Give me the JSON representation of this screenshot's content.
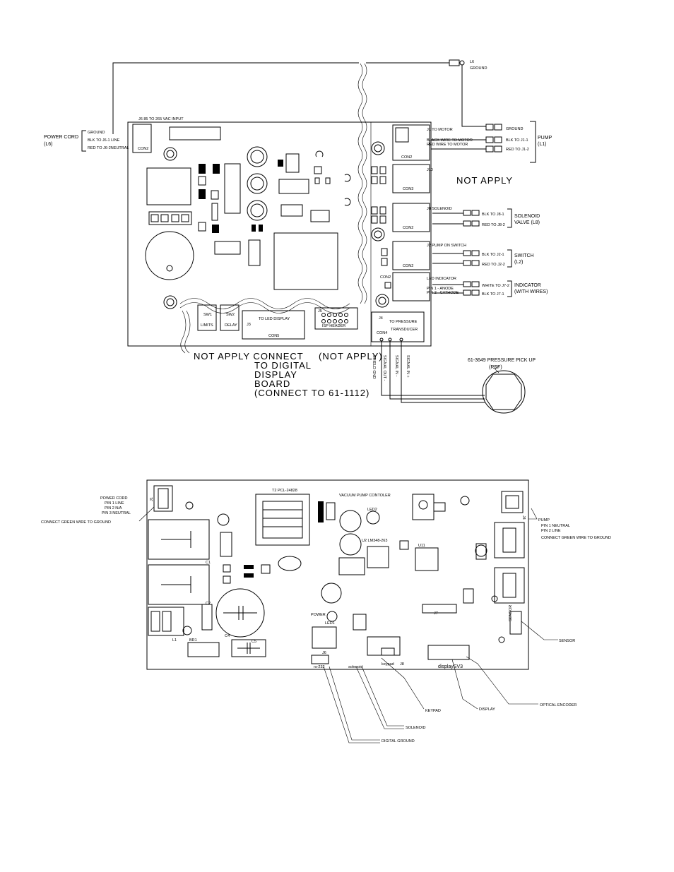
{
  "top": {
    "l6": "L6",
    "ground_tag": "GROUND",
    "j6_input": "J6 85 TO 265 VAC INPUT",
    "power_cord": "POWER CORD",
    "power_cord_ref": "(L6)",
    "pc_ground": "GROUND",
    "pc_line": "BLK TO J6-1 LINE",
    "pc_neutral": "RED TO J6-2NEUTRAL",
    "con2": "CON2",
    "j1_to_motor": "J1 TO MOTOR",
    "black_wire": "BLACK WIRE TO MOTOR",
    "red_wire": "RED WIRE TO MOTOR",
    "pump_ground": "GROUND",
    "pump_blk": "BLK TO J1-1",
    "pump_red": "RED TO J1-2",
    "pump": "PUMP",
    "pump_ref": "(L1)",
    "j10": "J10",
    "con3": "CON3",
    "not_apply": "NOT APPLY",
    "j8_solenoid": "J8 SOLENOID",
    "sol_blk": "BLK TO J8-1",
    "sol_red": "RED TO J8-2",
    "solenoid": "SOLENOID",
    "valve": "VALVE (L8)",
    "j2_pump_switch": "J2 PUMP ON SWITCH",
    "sw_blk": "BLK TO J2-1",
    "sw_red": "RED TO J2-2",
    "switch": "SWITCH",
    "switch_ref": "(L2)",
    "led_indicator": "LED INDICATOR",
    "pin1": "PIN 1 - ANODE",
    "pin2": "PIN 2 - CATHODE",
    "ind_white": "WHITE TO J7-2",
    "ind_blk": "BLK TO J7-1",
    "indicator": "INDICATOR",
    "indicator_ref": "(WITH WIRES)",
    "sw1": "SW1",
    "limits": "LIMITS",
    "sw2": "SW2",
    "delay": "DELAY",
    "j3_led": "TO LED DISPLAY",
    "j3": "J3",
    "con5": "CON5",
    "j5": "J5",
    "isp": "ISP HEADER",
    "j4": "J4",
    "to_pressure": "TO PRESSURE",
    "transducer": "TRANSDUCER",
    "con4": "CON4",
    "not_apply_connect": "NOT APPLY CONNECT",
    "to_digital": "TO DIGITAL",
    "display": "DISPLAY",
    "board": "BOARD",
    "connect_to": "(CONNECT TO 61-1112)",
    "not_apply_2": "(NOT APPLY)",
    "pressure_pickup": "61-3649 PRESSURE PICK UP",
    "ref": "(REF)",
    "w1": "SHIELD GND",
    "w2": "SIGNAL OUT -",
    "w3": "SIGNAL IN -",
    "w4": "SIGNAL IN +"
  },
  "bottom": {
    "power_cord": "POWER CORD",
    "pin1_line": "PIN 1 LINE",
    "pin2_na": "PIN 2 N/A",
    "pin3_neutral": "PIN 3 NEUTRAL",
    "connect_green": "CONNECT GREEN WIRE TO GROUND",
    "j1": "J1",
    "t2": "T2 PCL-24828",
    "vacuum": "VACUUM PUMP CONTOLER",
    "led2": "LED2",
    "u2": "U2 LM348-263",
    "u11": "U11",
    "c1": "C1",
    "c2": "C2",
    "c4": "C4",
    "c5": "C5",
    "l1": "L1",
    "br1": "BR1",
    "power_led": "POWER",
    "led1": "LED1",
    "j6": "J6",
    "rs232": "rs-232",
    "solenoid_small": "solenoid",
    "keypad_small": "keypad",
    "j8": "J8",
    "j7": "J7",
    "displaysv3": "displaySV3",
    "sensor_small": "SENSOR",
    "pump": "PUMP",
    "b_pin1_neutral": "PIN 1 NEUTRAL",
    "b_pin2_line": "PIN 2 LINE",
    "b_connect_green": "CONNECT GREEN WIRE TO GROUND",
    "j4": "J4",
    "sensor": "SENSOR",
    "keypad": "KEYPAD",
    "display": "DISPLAY",
    "optical_encoder": "OPTICAL ENCODER",
    "solenoid": "SOLENOID",
    "digital_ground": "DIGITAL GROUND"
  }
}
